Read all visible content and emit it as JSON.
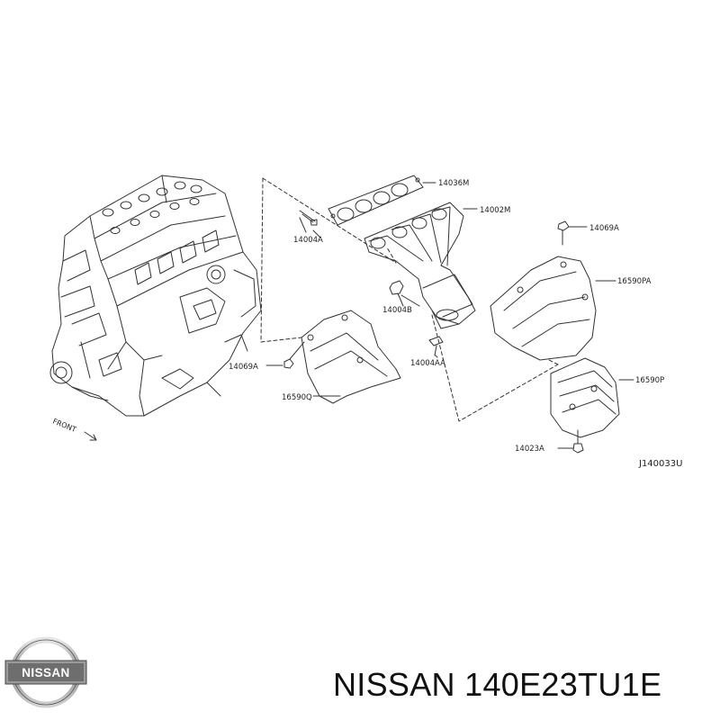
{
  "diagram": {
    "labels": {
      "p14036M": "14036M",
      "p14002M": "14002M",
      "p14069A_top": "14069A",
      "p16590PA": "16590PA",
      "p14004A": "14004A",
      "p14004B": "14004B",
      "p14004AA": "14004AA",
      "p16590P": "16590P",
      "p14069A_left": "14069A",
      "p16590Q": "16590Q",
      "p14023A": "14023A"
    },
    "front_label": "FRONT",
    "drawing_code": "J140033U"
  },
  "footer": {
    "brand": "NISSAN",
    "part_title": "NISSAN 140E23TU1E"
  }
}
